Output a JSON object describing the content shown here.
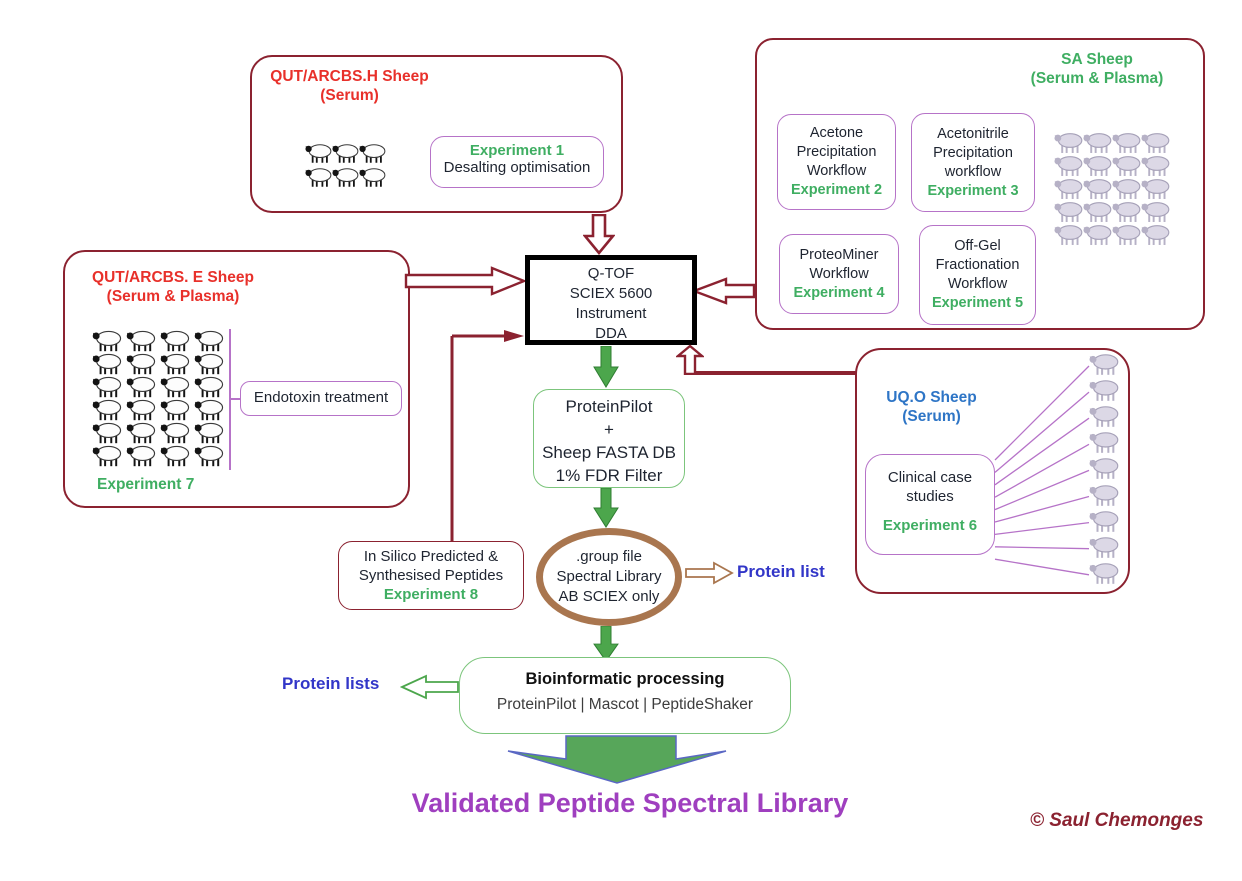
{
  "colors": {
    "maroon": "#8b2230",
    "red_title": "#e8302a",
    "green_text": "#3fae62",
    "purple_border": "#b673c8",
    "royal_blue": "#3236c8",
    "medium_blue": "#2e75c6",
    "oval_brown": "#a9764f",
    "arrow_green": "#4ca64c",
    "final_purple": "#9f3fbf",
    "dark_text": "#1e2430"
  },
  "qut_h": {
    "title": "QUT/ARCBS.H Sheep",
    "subtitle": "(Serum)",
    "sheep": {
      "rows": 2,
      "cols": 3,
      "variant": "bw"
    },
    "experiment": {
      "label": "Experiment 1",
      "desc": "Desalting optimisation"
    }
  },
  "sa": {
    "title": "SA Sheep",
    "subtitle": "(Serum & Plasma)",
    "sheep": {
      "rows": 5,
      "cols": 4,
      "variant": "lav"
    },
    "workflows": [
      {
        "lines": [
          "Acetone",
          "Precipitation",
          "Workflow"
        ],
        "experiment": "Experiment 2"
      },
      {
        "lines": [
          "Acetonitrile",
          "Precipitation",
          "workflow"
        ],
        "experiment": "Experiment 3"
      },
      {
        "lines": [
          "ProteoMiner",
          "Workflow"
        ],
        "experiment": "Experiment 4"
      },
      {
        "lines": [
          "Off-Gel",
          "Fractionation",
          "Workflow"
        ],
        "experiment": "Experiment 5"
      }
    ]
  },
  "qut_e": {
    "title": "QUT/ARCBS. E Sheep",
    "subtitle": "(Serum & Plasma)",
    "sheep": {
      "rows": 6,
      "cols": 4,
      "variant": "bw"
    },
    "endotoxin_label": "Endotoxin treatment",
    "experiment": "Experiment 7"
  },
  "qtof": {
    "lines": [
      "Q-TOF",
      "SCIEX 5600",
      "Instrument",
      "DDA"
    ]
  },
  "protein_pilot": {
    "lines": [
      "ProteinPilot",
      "+",
      "Sheep FASTA DB",
      "1% FDR Filter"
    ]
  },
  "spectral_oval": {
    "lines": [
      ".group file",
      "Spectral Library",
      "AB SCIEX only"
    ]
  },
  "protein_list_label": "Protein list",
  "uqo": {
    "title": "UQ.O Sheep",
    "subtitle": "(Serum)",
    "clinical": {
      "lines": [
        "Clinical case",
        "studies"
      ],
      "experiment": "Experiment 6"
    },
    "sheep_count": 9
  },
  "in_silico": {
    "lines": [
      "In Silico Predicted &",
      "Synthesised Peptides"
    ],
    "experiment": "Experiment 8"
  },
  "bioinformatic": {
    "title": "Bioinformatic processing",
    "subtitle": "ProteinPilot | Mascot | PeptideShaker"
  },
  "protein_lists_label": "Protein lists",
  "final_title": "Validated Peptide Spectral Library",
  "credit": "© Saul Chemonges"
}
